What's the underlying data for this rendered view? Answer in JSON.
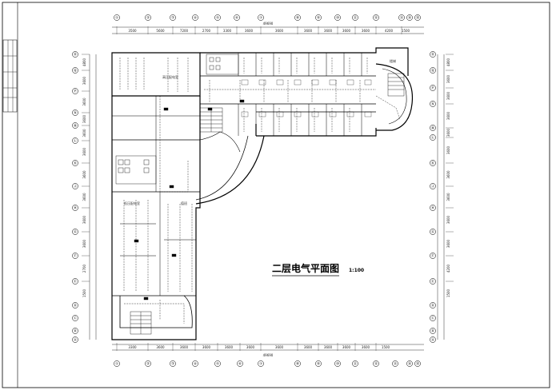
{
  "drawing": {
    "title": "二层电气平面图",
    "scale": "1:100"
  },
  "axes": {
    "top_labels": [
      "①",
      "②",
      "③",
      "④",
      "⑤",
      "⑥",
      "⑦",
      "⑧",
      "⑨",
      "⑩",
      "⑪",
      "⑫",
      "⑬",
      "⑭",
      "⑮"
    ],
    "bottom_labels": [
      "①",
      "②",
      "③",
      "④",
      "⑤",
      "⑥",
      "⑦",
      "⑧",
      "⑨",
      "⑩",
      "⑪",
      "⑫",
      "⑬",
      "⑭",
      "⑮"
    ],
    "left_labels": [
      "Ⓡ",
      "Ⓠ",
      "Ⓟ",
      "Ⓝ",
      "Ⓜ",
      "Ⓛ",
      "Ⓚ",
      "Ⓙ",
      "Ⓗ",
      "Ⓖ",
      "Ⓕ",
      "Ⓔ",
      "Ⓓ",
      "Ⓒ",
      "Ⓑ",
      "Ⓐ"
    ],
    "right_labels": [
      "Ⓡ",
      "Ⓠ",
      "Ⓟ",
      "Ⓝ",
      "Ⓜ",
      "Ⓛ",
      "Ⓚ",
      "Ⓙ",
      "Ⓗ",
      "Ⓖ",
      "Ⓕ",
      "Ⓔ",
      "Ⓓ",
      "Ⓒ",
      "Ⓑ",
      "Ⓐ"
    ]
  },
  "dimensions": {
    "top_total": "49690",
    "top_segments": [
      "3500",
      "5600",
      "7200",
      "2700",
      "3300",
      "3600",
      "3600",
      "3600",
      "3600",
      "3600",
      "3600",
      "4200",
      "1500"
    ],
    "bottom_total": "49690",
    "bottom_segments": [
      "3300",
      "3600",
      "3600",
      "3600",
      "3600",
      "3600",
      "3600",
      "3600",
      "3600",
      "3600",
      "3600",
      "1500"
    ],
    "left_segments": [
      "4800",
      "3600",
      "3600",
      "3600",
      "3600",
      "3600",
      "3600",
      "3600",
      "3600",
      "3600",
      "2700",
      "1500"
    ],
    "right_segments": [
      "4800",
      "3600",
      "3600",
      "3600",
      "3600",
      "3600",
      "3600",
      "3600",
      "3600",
      "3600",
      "4200",
      "1500"
    ]
  },
  "rooms": {
    "r1": "高压配电室",
    "r2": "楼梯",
    "r3": "低压配电室",
    "r4": "值班"
  }
}
